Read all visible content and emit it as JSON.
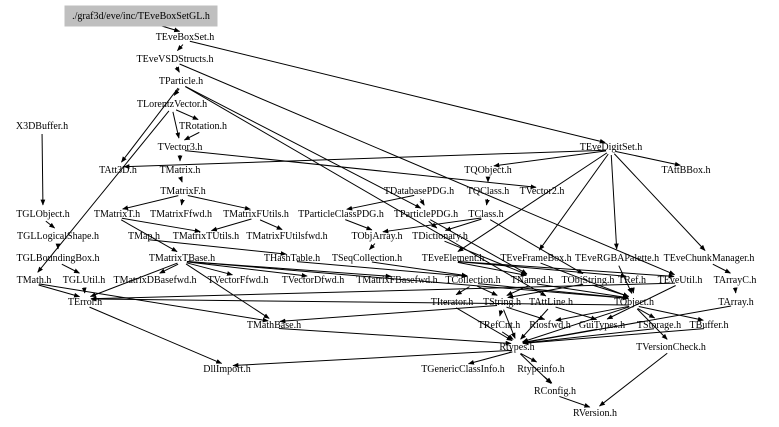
{
  "graph": {
    "root": "./graf3d/eve/inc/TEveBoxSetGL.h",
    "colors": {
      "root_fill": "#bfbfbf",
      "edge": "#000000",
      "text": "#000000",
      "background": "#ffffff"
    },
    "nodes": [
      {
        "id": "root",
        "label": "./graf3d/eve/inc/TEveBoxSetGL.h"
      },
      {
        "id": "TEveBoxSet",
        "label": "TEveBoxSet.h"
      },
      {
        "id": "TEveVSDStructs",
        "label": "TEveVSDStructs.h"
      },
      {
        "id": "TParticle",
        "label": "TParticle.h"
      },
      {
        "id": "TLorentzVector",
        "label": "TLorentzVector.h"
      },
      {
        "id": "X3DBuffer",
        "label": "X3DBuffer.h"
      },
      {
        "id": "TRotation",
        "label": "TRotation.h"
      },
      {
        "id": "TVector3",
        "label": "TVector3.h"
      },
      {
        "id": "TEveDigitSet",
        "label": "TEveDigitSet.h"
      },
      {
        "id": "TAtt3D",
        "label": "TAtt3D.h"
      },
      {
        "id": "TMatrix",
        "label": "TMatrix.h"
      },
      {
        "id": "TQObject",
        "label": "TQObject.h"
      },
      {
        "id": "TMatrixF",
        "label": "TMatrixF.h"
      },
      {
        "id": "TDatabasePDG",
        "label": "TDatabasePDG.h"
      },
      {
        "id": "TQClass",
        "label": "TQClass.h"
      },
      {
        "id": "TVector2",
        "label": "TVector2.h"
      },
      {
        "id": "TAttBBox",
        "label": "TAttBBox.h"
      },
      {
        "id": "TGLObject",
        "label": "TGLObject.h"
      },
      {
        "id": "TMatrixT",
        "label": "TMatrixT.h"
      },
      {
        "id": "TMatrixFfwd",
        "label": "TMatrixFfwd.h"
      },
      {
        "id": "TMatrixFUtils",
        "label": "TMatrixFUtils.h"
      },
      {
        "id": "TParticleClassPDG",
        "label": "TParticleClassPDG.h"
      },
      {
        "id": "TParticlePDG",
        "label": "TParticlePDG.h"
      },
      {
        "id": "TClass",
        "label": "TClass.h"
      },
      {
        "id": "TGLLogicalShape",
        "label": "TGLLogicalShape.h"
      },
      {
        "id": "TMap",
        "label": "TMap.h"
      },
      {
        "id": "TMatrixTUtils",
        "label": "TMatrixTUtils.h"
      },
      {
        "id": "TMatrixFUtilsfwd",
        "label": "TMatrixFUtilsfwd.h"
      },
      {
        "id": "TObjArray",
        "label": "TObjArray.h"
      },
      {
        "id": "TDictionary",
        "label": "TDictionary.h"
      },
      {
        "id": "TGLBoundingBox",
        "label": "TGLBoundingBox.h"
      },
      {
        "id": "TMatrixTBase",
        "label": "TMatrixTBase.h"
      },
      {
        "id": "THashTable",
        "label": "THashTable.h"
      },
      {
        "id": "TSeqCollection",
        "label": "TSeqCollection.h"
      },
      {
        "id": "TEveElement",
        "label": "TEveElement.h"
      },
      {
        "id": "TEveFrameBox",
        "label": "TEveFrameBox.h"
      },
      {
        "id": "TEveRGBAPalette",
        "label": "TEveRGBAPalette.h"
      },
      {
        "id": "TEveChunkManager",
        "label": "TEveChunkManager.h"
      },
      {
        "id": "TMath",
        "label": "TMath.h"
      },
      {
        "id": "TGLUtil",
        "label": "TGLUtil.h"
      },
      {
        "id": "TMatrixDBasefwd",
        "label": "TMatrixDBasefwd.h"
      },
      {
        "id": "TVectorFfwd",
        "label": "TVectorFfwd.h"
      },
      {
        "id": "TVectorDfwd",
        "label": "TVectorDfwd.h"
      },
      {
        "id": "TMatrixFBasefwd",
        "label": "TMatrixFBasefwd.h"
      },
      {
        "id": "TCollection",
        "label": "TCollection.h"
      },
      {
        "id": "TNamed",
        "label": "TNamed.h"
      },
      {
        "id": "TObjString",
        "label": "TObjString.h"
      },
      {
        "id": "TRef",
        "label": "TRef.h"
      },
      {
        "id": "TEveUtil",
        "label": "TEveUtil.h"
      },
      {
        "id": "TArrayC",
        "label": "TArrayC.h"
      },
      {
        "id": "TError",
        "label": "TError.h"
      },
      {
        "id": "TIterator",
        "label": "TIterator.h"
      },
      {
        "id": "TString",
        "label": "TString.h"
      },
      {
        "id": "TAttLine",
        "label": "TAttLine.h"
      },
      {
        "id": "TObject",
        "label": "TObject.h"
      },
      {
        "id": "TArray",
        "label": "TArray.h"
      },
      {
        "id": "TMathBase",
        "label": "TMathBase.h"
      },
      {
        "id": "TRefCnt",
        "label": "TRefCnt.h"
      },
      {
        "id": "Riosfwd",
        "label": "Riosfwd.h"
      },
      {
        "id": "GuiTypes",
        "label": "GuiTypes.h"
      },
      {
        "id": "TStorage",
        "label": "TStorage.h"
      },
      {
        "id": "TBuffer",
        "label": "TBuffer.h"
      },
      {
        "id": "Rtypes",
        "label": "Rtypes.h"
      },
      {
        "id": "TVersionCheck",
        "label": "TVersionCheck.h"
      },
      {
        "id": "DllImport",
        "label": "DllImport.h"
      },
      {
        "id": "TGenericClassInfo",
        "label": "TGenericClassInfo.h"
      },
      {
        "id": "Rtypeinfo",
        "label": "Rtypeinfo.h"
      },
      {
        "id": "RConfig",
        "label": "RConfig.h"
      },
      {
        "id": "RVersion",
        "label": "RVersion.h"
      }
    ]
  }
}
